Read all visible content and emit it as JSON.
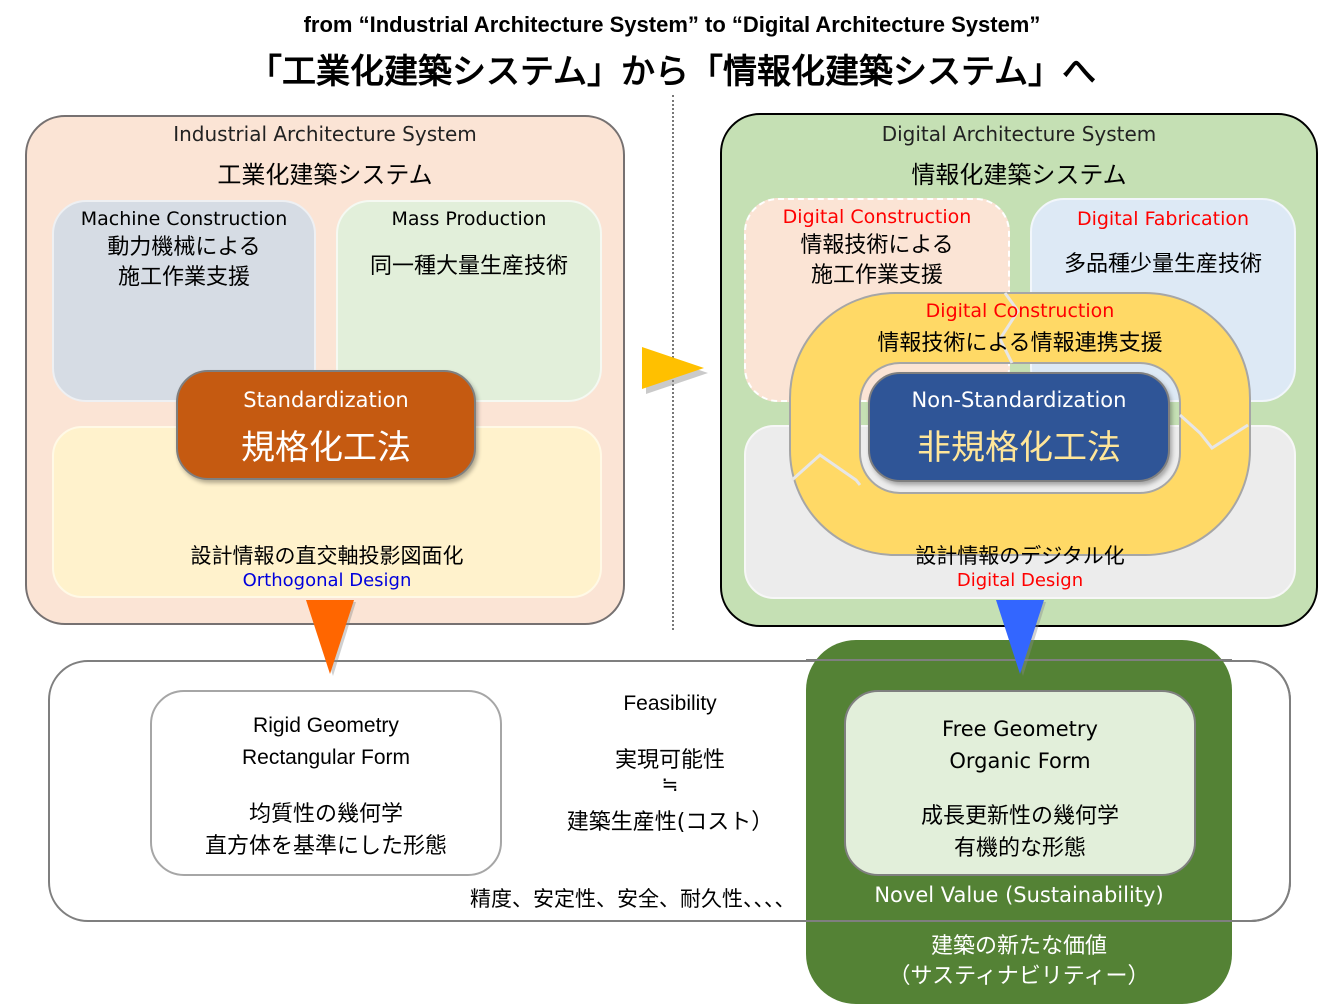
{
  "title": {
    "english": "from “Industrial Architecture System” to “Digital Architecture System”",
    "japanese": "「工業化建築システム」から「情報化建築システム」へ"
  },
  "industrial_system": {
    "title_en": "Industrial Architecture System",
    "title_jp": "工業化建築システム",
    "machine_construction": {
      "en": "Machine Construction",
      "jp_line1": "動力機械による",
      "jp_line2": "施工作業支援"
    },
    "mass_production": {
      "en": "Mass Production",
      "jp": "同一種大量生産技術"
    },
    "orthogonal_design": {
      "jp": "設計情報の直交軸投影図面化",
      "en": "Orthogonal Design"
    },
    "core": {
      "en": "Standardization",
      "jp": "規格化工法"
    }
  },
  "digital_system": {
    "title_en": "Digital Architecture System",
    "title_jp": "情報化建築システム",
    "digital_construction": {
      "en": "Digital Construction",
      "jp_line1": "情報技術による",
      "jp_line2": "施工作業支援"
    },
    "digital_fabrication": {
      "en": "Digital  Fabrication",
      "jp": "多品種少量生産技術"
    },
    "digital_design": {
      "jp": "設計情報のデジタル化",
      "en": "Digital Design"
    },
    "ring": {
      "en": "Digital Construction",
      "jp": "情報技術による情報連携支援"
    },
    "core": {
      "en": "Non-Standardization",
      "jp": "非規格化工法"
    }
  },
  "outcome": {
    "rigid": {
      "en_line1": "Rigid Geometry",
      "en_line2": "Rectangular Form",
      "jp_line1": "均質性の幾何学",
      "jp_line2": "直方体を基準にした形態"
    },
    "feasibility": {
      "en": "Feasibility",
      "jp": "実現可能性",
      "approx": "≒",
      "cost": "建築生産性(コスト）"
    },
    "criteria": "精度、安定性、安全、耐久性、、、、",
    "free": {
      "en_line1": "Free Geometry",
      "en_line2": "Organic Form",
      "jp_line1": "成長更新性の幾何学",
      "jp_line2": "有機的な形態"
    },
    "novel_value": {
      "en": "Novel Value (Sustainability)",
      "jp_line1": "建築の新たな価値",
      "jp_line2": "（サスティナビリティー）"
    }
  },
  "colors": {
    "industrial_bg": "#fbe4d5",
    "digital_bg": "#c5e0b4",
    "standardization": "#c55a11",
    "non_standardization": "#2f5597",
    "ring": "#ffd966",
    "novel_value": "#548235",
    "arrow_transition": "#ffc000",
    "arrow_industrial": "#ff6600",
    "arrow_digital": "#3366ff",
    "accent_red": "#ff0000",
    "accent_blue": "#0000dd"
  },
  "icons": {
    "transition_arrow": "right-triangle-arrow",
    "industrial_arrow": "down-triangle-arrow",
    "digital_arrow": "down-triangle-arrow"
  }
}
